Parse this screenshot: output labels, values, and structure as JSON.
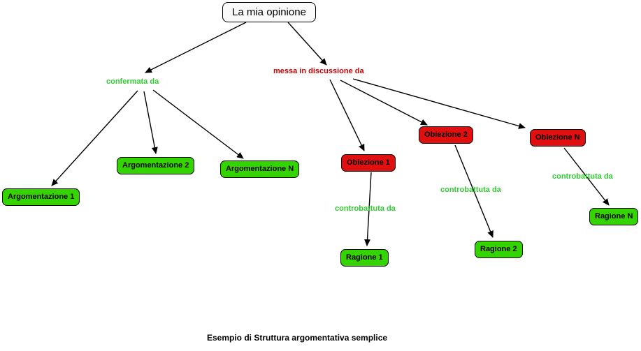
{
  "root": {
    "label": "La mia opinione"
  },
  "confirmed": {
    "link_label": "confermata da",
    "nodes": [
      {
        "label": "Argomentazione 1"
      },
      {
        "label": "Argomentazione 2"
      },
      {
        "label": "Argomentazione N"
      }
    ]
  },
  "challenged": {
    "link_label": "messa in discussione da",
    "objections": [
      {
        "label": "Obiezione 1",
        "counter_link_label": "controbattuta da",
        "reason_label": "Ragione 1"
      },
      {
        "label": "Obiezione 2",
        "counter_link_label": "controbattuta da",
        "reason_label": "Ragione 2"
      },
      {
        "label": "Obiezione N",
        "counter_link_label": "controbattuta da",
        "reason_label": "Ragione N"
      }
    ]
  },
  "caption": "Esempio di Struttura argomentativa semplice",
  "colors": {
    "node_green": "#33D400",
    "node_red": "#E01010",
    "link_green": "#33CC33",
    "link_red": "#CC0000",
    "root_bg": "#FAFAFA",
    "arrow": "#000000"
  }
}
